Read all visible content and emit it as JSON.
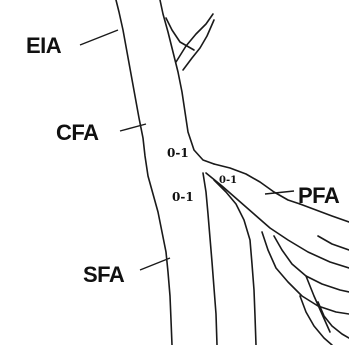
{
  "diagram": {
    "vessel_labels": {
      "eia": "EIA",
      "cfa": "CFA",
      "sfa": "SFA",
      "pfa": "PFA"
    },
    "grade_labels": {
      "cfa_grade": "0-1",
      "sfa_grade": "0-1",
      "pfa_grade": "0-1"
    }
  }
}
